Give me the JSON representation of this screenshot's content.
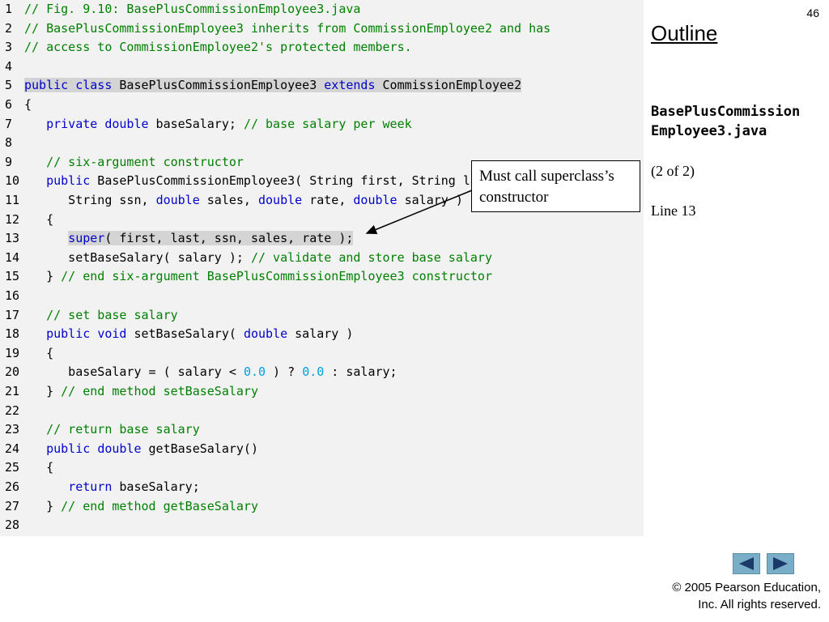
{
  "slide": {
    "page_number": "46",
    "outline_title": "Outline",
    "file_name_line1": "BasePlusCommission",
    "file_name_line2": "Employee3.java",
    "page_of": "(2 of 2)",
    "line_ref": "Line 13",
    "callout_text": "Must call superclass’s constructor",
    "copyright_line1": "© 2005 Pearson Education,",
    "copyright_line2": "Inc.  All rights reserved.",
    "nav": {
      "prev_icon": "triangle-left-icon",
      "next_icon": "triangle-right-icon",
      "color": "#7aaec8"
    }
  },
  "colors": {
    "keyword": "#0000cc",
    "comment": "#008000",
    "number": "#00a0e0",
    "highlight": "#d4d4d4"
  },
  "code_lines": [
    {
      "n": "1",
      "segs": [
        {
          "t": "// Fig. 9.10: BasePlusCommissionEmployee3.java",
          "c": "cm"
        }
      ]
    },
    {
      "n": "2",
      "segs": [
        {
          "t": "// BasePlusCommissionEmployee3 inherits from CommissionEmployee2 and has",
          "c": "cm"
        }
      ]
    },
    {
      "n": "3",
      "segs": [
        {
          "t": "// access to CommissionEmployee2's protected members.",
          "c": "cm"
        }
      ]
    },
    {
      "n": "4",
      "segs": []
    },
    {
      "n": "5",
      "segs": [
        {
          "t": "public",
          "c": "kw"
        },
        {
          "t": " "
        },
        {
          "t": "class",
          "c": "kw"
        },
        {
          "t": " BasePlusCommissionEmployee3 "
        },
        {
          "t": "extends",
          "c": "kw"
        },
        {
          "t": " CommissionEmployee2"
        }
      ],
      "hl": true
    },
    {
      "n": "6",
      "segs": [
        {
          "t": "{"
        }
      ]
    },
    {
      "n": "7",
      "segs": [
        {
          "t": "   "
        },
        {
          "t": "private",
          "c": "kw"
        },
        {
          "t": " "
        },
        {
          "t": "double",
          "c": "kw"
        },
        {
          "t": " baseSalary; "
        },
        {
          "t": "// base salary per week",
          "c": "cm"
        }
      ]
    },
    {
      "n": "8",
      "segs": []
    },
    {
      "n": "9",
      "segs": [
        {
          "t": "   "
        },
        {
          "t": "// six-argument constructor",
          "c": "cm"
        }
      ]
    },
    {
      "n": "10",
      "segs": [
        {
          "t": "   "
        },
        {
          "t": "public",
          "c": "kw"
        },
        {
          "t": " BasePlusCommissionEmployee3( String first, String last,"
        }
      ]
    },
    {
      "n": "11",
      "segs": [
        {
          "t": "      String ssn, "
        },
        {
          "t": "double",
          "c": "kw"
        },
        {
          "t": " sales, "
        },
        {
          "t": "double",
          "c": "kw"
        },
        {
          "t": " rate, "
        },
        {
          "t": "double",
          "c": "kw"
        },
        {
          "t": " salary )"
        }
      ]
    },
    {
      "n": "12",
      "segs": [
        {
          "t": "   {"
        }
      ]
    },
    {
      "n": "13",
      "segs": [
        {
          "t": "      "
        },
        {
          "t": "super",
          "c": "kw"
        },
        {
          "t": "( first, last, ssn, sales, rate );"
        }
      ],
      "hl_from": 1
    },
    {
      "n": "14",
      "segs": [
        {
          "t": "      setBaseSalary( salary ); "
        },
        {
          "t": "// validate and store base salary",
          "c": "cm"
        }
      ]
    },
    {
      "n": "15",
      "segs": [
        {
          "t": "   } "
        },
        {
          "t": "// end six-argument BasePlusCommissionEmployee3 constructor",
          "c": "cm"
        }
      ]
    },
    {
      "n": "16",
      "segs": []
    },
    {
      "n": "17",
      "segs": [
        {
          "t": "   "
        },
        {
          "t": "// set base salary",
          "c": "cm"
        }
      ]
    },
    {
      "n": "18",
      "segs": [
        {
          "t": "   "
        },
        {
          "t": "public",
          "c": "kw"
        },
        {
          "t": " "
        },
        {
          "t": "void",
          "c": "kw"
        },
        {
          "t": " setBaseSalary( "
        },
        {
          "t": "double",
          "c": "kw"
        },
        {
          "t": " salary )"
        }
      ]
    },
    {
      "n": "19",
      "segs": [
        {
          "t": "   {"
        }
      ]
    },
    {
      "n": "20",
      "segs": [
        {
          "t": "      baseSalary = ( salary < "
        },
        {
          "t": "0.0",
          "c": "num"
        },
        {
          "t": " ) ? "
        },
        {
          "t": "0.0",
          "c": "num"
        },
        {
          "t": " : salary;"
        }
      ]
    },
    {
      "n": "21",
      "segs": [
        {
          "t": "   } "
        },
        {
          "t": "// end method setBaseSalary",
          "c": "cm"
        }
      ]
    },
    {
      "n": "22",
      "segs": []
    },
    {
      "n": "23",
      "segs": [
        {
          "t": "   "
        },
        {
          "t": "// return base salary",
          "c": "cm"
        }
      ]
    },
    {
      "n": "24",
      "segs": [
        {
          "t": "   "
        },
        {
          "t": "public",
          "c": "kw"
        },
        {
          "t": " "
        },
        {
          "t": "double",
          "c": "kw"
        },
        {
          "t": " getBaseSalary()"
        }
      ]
    },
    {
      "n": "25",
      "segs": [
        {
          "t": "   {"
        }
      ]
    },
    {
      "n": "26",
      "segs": [
        {
          "t": "      "
        },
        {
          "t": "return",
          "c": "kw"
        },
        {
          "t": " baseSalary;"
        }
      ]
    },
    {
      "n": "27",
      "segs": [
        {
          "t": "   } "
        },
        {
          "t": "// end method getBaseSalary",
          "c": "cm"
        }
      ]
    },
    {
      "n": "28",
      "segs": []
    }
  ]
}
